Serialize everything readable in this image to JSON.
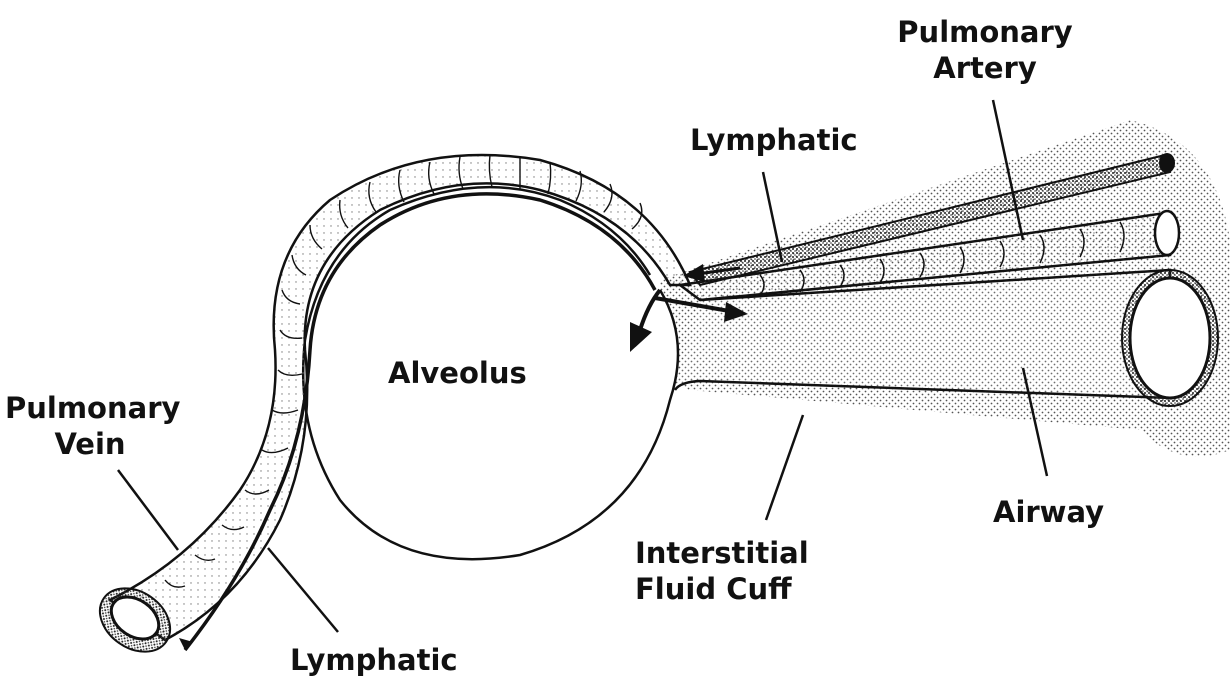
{
  "labels": {
    "pulmonary_artery": "Pulmonary Artery",
    "lymphatic_top": "Lymphatic",
    "alveolus": "Alveolus",
    "pulmonary_vein": "Pulmonary Vein",
    "airway": "Airway",
    "interstitial_fluid_cuff": "Interstitial Fluid Cuff",
    "lymphatic_bottom": "Lymphatic"
  },
  "colors": {
    "ink": "#111111",
    "background": "#ffffff",
    "stipple": "#555555"
  }
}
